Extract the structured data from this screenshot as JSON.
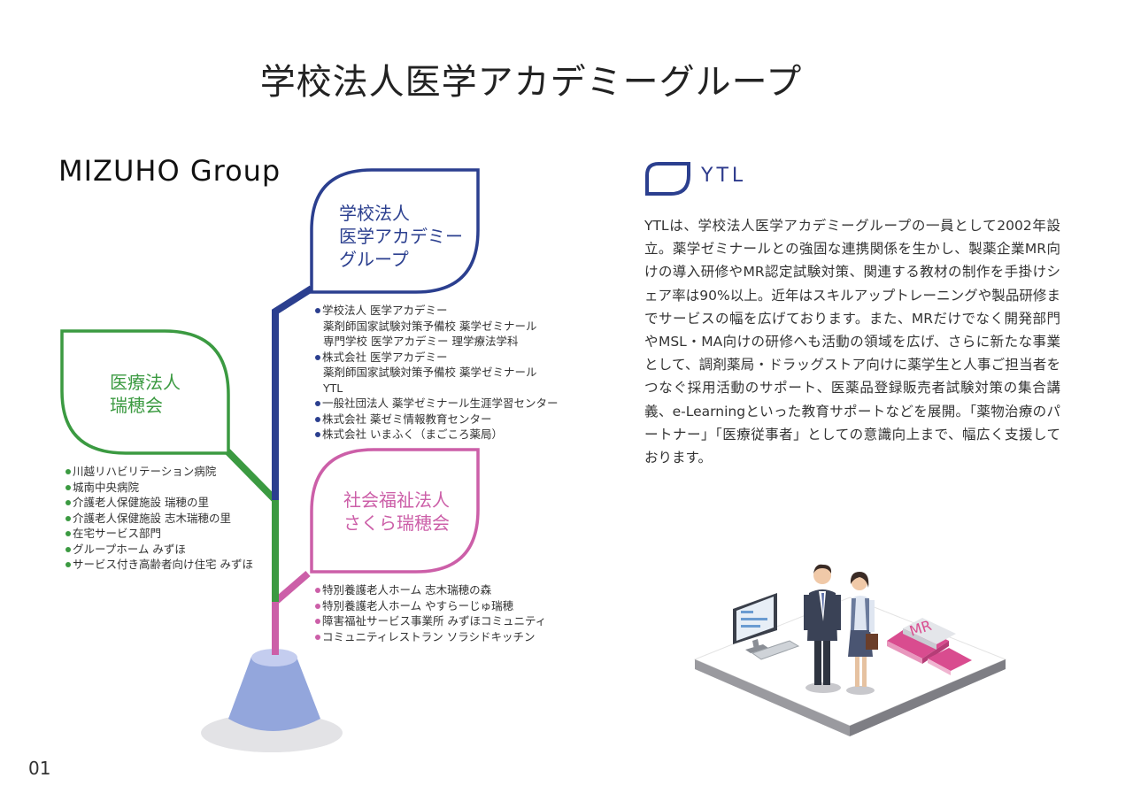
{
  "title": "学校法人医学アカデミーグループ",
  "group_name": "MIZUHO  Group",
  "page_number": "01",
  "colors": {
    "academy": "#2b3f8f",
    "mizuho": "#3b9a41",
    "sakura": "#cc5fa8",
    "pot": "#a9b8e6"
  },
  "leaves": {
    "academy": {
      "lines": [
        "学校法人",
        "医学アカデミー",
        "グループ"
      ]
    },
    "mizuho": {
      "lines": [
        "医療法人",
        "瑞穂会"
      ]
    },
    "sakura": {
      "lines": [
        "社会福祉法人",
        "さくら瑞穂会"
      ]
    }
  },
  "lists": {
    "academy": [
      {
        "text": "学校法人 医学アカデミー",
        "bullet": true
      },
      {
        "text": "薬剤師国家試験対策予備校 薬学ゼミナール",
        "bullet": false
      },
      {
        "text": "専門学校 医学アカデミー 理学療法学科",
        "bullet": false
      },
      {
        "text": "株式会社 医学アカデミー",
        "bullet": true
      },
      {
        "text": "薬剤師国家試験対策予備校 薬学ゼミナール",
        "bullet": false
      },
      {
        "text": "YTL",
        "bullet": false
      },
      {
        "text": "一般社団法人 薬学ゼミナール生涯学習センター",
        "bullet": true
      },
      {
        "text": "株式会社 薬ゼミ情報教育センター",
        "bullet": true
      },
      {
        "text": "株式会社 いまふく（まごころ薬局）",
        "bullet": true
      }
    ],
    "mizuho": [
      "川越リハビリテーション病院",
      "城南中央病院",
      "介護老人保健施設 瑞穂の里",
      "介護老人保健施設 志木瑞穂の里",
      "在宅サービス部門",
      "グループホーム みずほ",
      "サービス付き高齢者向け住宅 みずほ"
    ],
    "sakura": [
      "特別養護老人ホーム 志木瑞穂の森",
      "特別養護老人ホーム やすらーじゅ瑞穂",
      "障害福祉サービス事業所 みずほコミュニティ",
      "コミュニティレストラン ソラシドキッチン"
    ]
  },
  "ytl": {
    "name": "YTL",
    "description": "YTLは、学校法人医学アカデミーグループの一員として2002年設立。薬学ゼミナールとの強固な連携関係を生かし、製薬企業MR向けの導入研修やMR認定試験対策、関連する教材の制作を手掛けシェア率は90%以上。近年はスキルアップトレーニングや製品研修までサービスの幅を広げております。また、MRだけでなく開発部門やMSL・MA向けの研修へも活動の領域を広げ、さらに新たな事業として、調剤薬局・ドラッグストア向けに薬学生と人事ご担当者をつなぐ採用活動のサポート、医薬品登録販売者試験対策の集合講義、e-Learningといった教育サポートなどを展開。「薬物治療のパートナー」「医療従事者」としての意識向上まで、幅広く支援しております。"
  }
}
